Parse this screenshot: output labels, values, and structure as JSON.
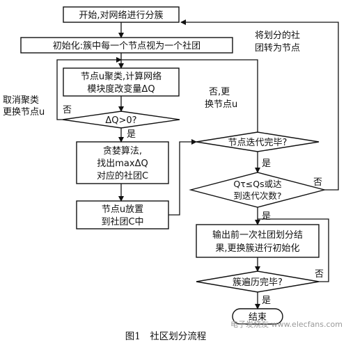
{
  "nodes": {
    "start": "开始,对网络进行分簇",
    "init": "初始化:簇中每一个节点视为一个社团",
    "cluster_l1": "节点u聚类,计算网络",
    "cluster_l2": "模块度改变量ΔQ",
    "dq_check": "ΔQ>0?",
    "greedy_l1": "贪婪算法,",
    "greedy_l2": "找出maxΔQ",
    "greedy_l3": "对应的社团C",
    "place_l1": "节点u放置",
    "place_l2": "到社团C中",
    "iter_done": "节点迭代完毕?",
    "q_check_l1": "Qτ≤Qs或达",
    "q_check_l2": "到迭代次数?",
    "output_l1": "输出前一次社团划分结",
    "output_l2": "果,更换簇进行初始化",
    "traverse": "簇遍历完毕?",
    "end": "结束"
  },
  "edge_labels": {
    "yes_dq": "是",
    "no_dq": "否",
    "cancel_l1": "取消聚类",
    "cancel_l2": "更换节点u",
    "no_iter_l1": "否,更",
    "no_iter_l2": "换节点u",
    "yes_iter": "是",
    "no_q": "否",
    "convert_l1": "将划分的社",
    "convert_l2": "团转为节点",
    "yes_q": "是",
    "no_traverse": "否",
    "yes_traverse": "是"
  },
  "caption": "图1　社区划分流程",
  "watermark": "电子发烧友 www.elecfans.com"
}
